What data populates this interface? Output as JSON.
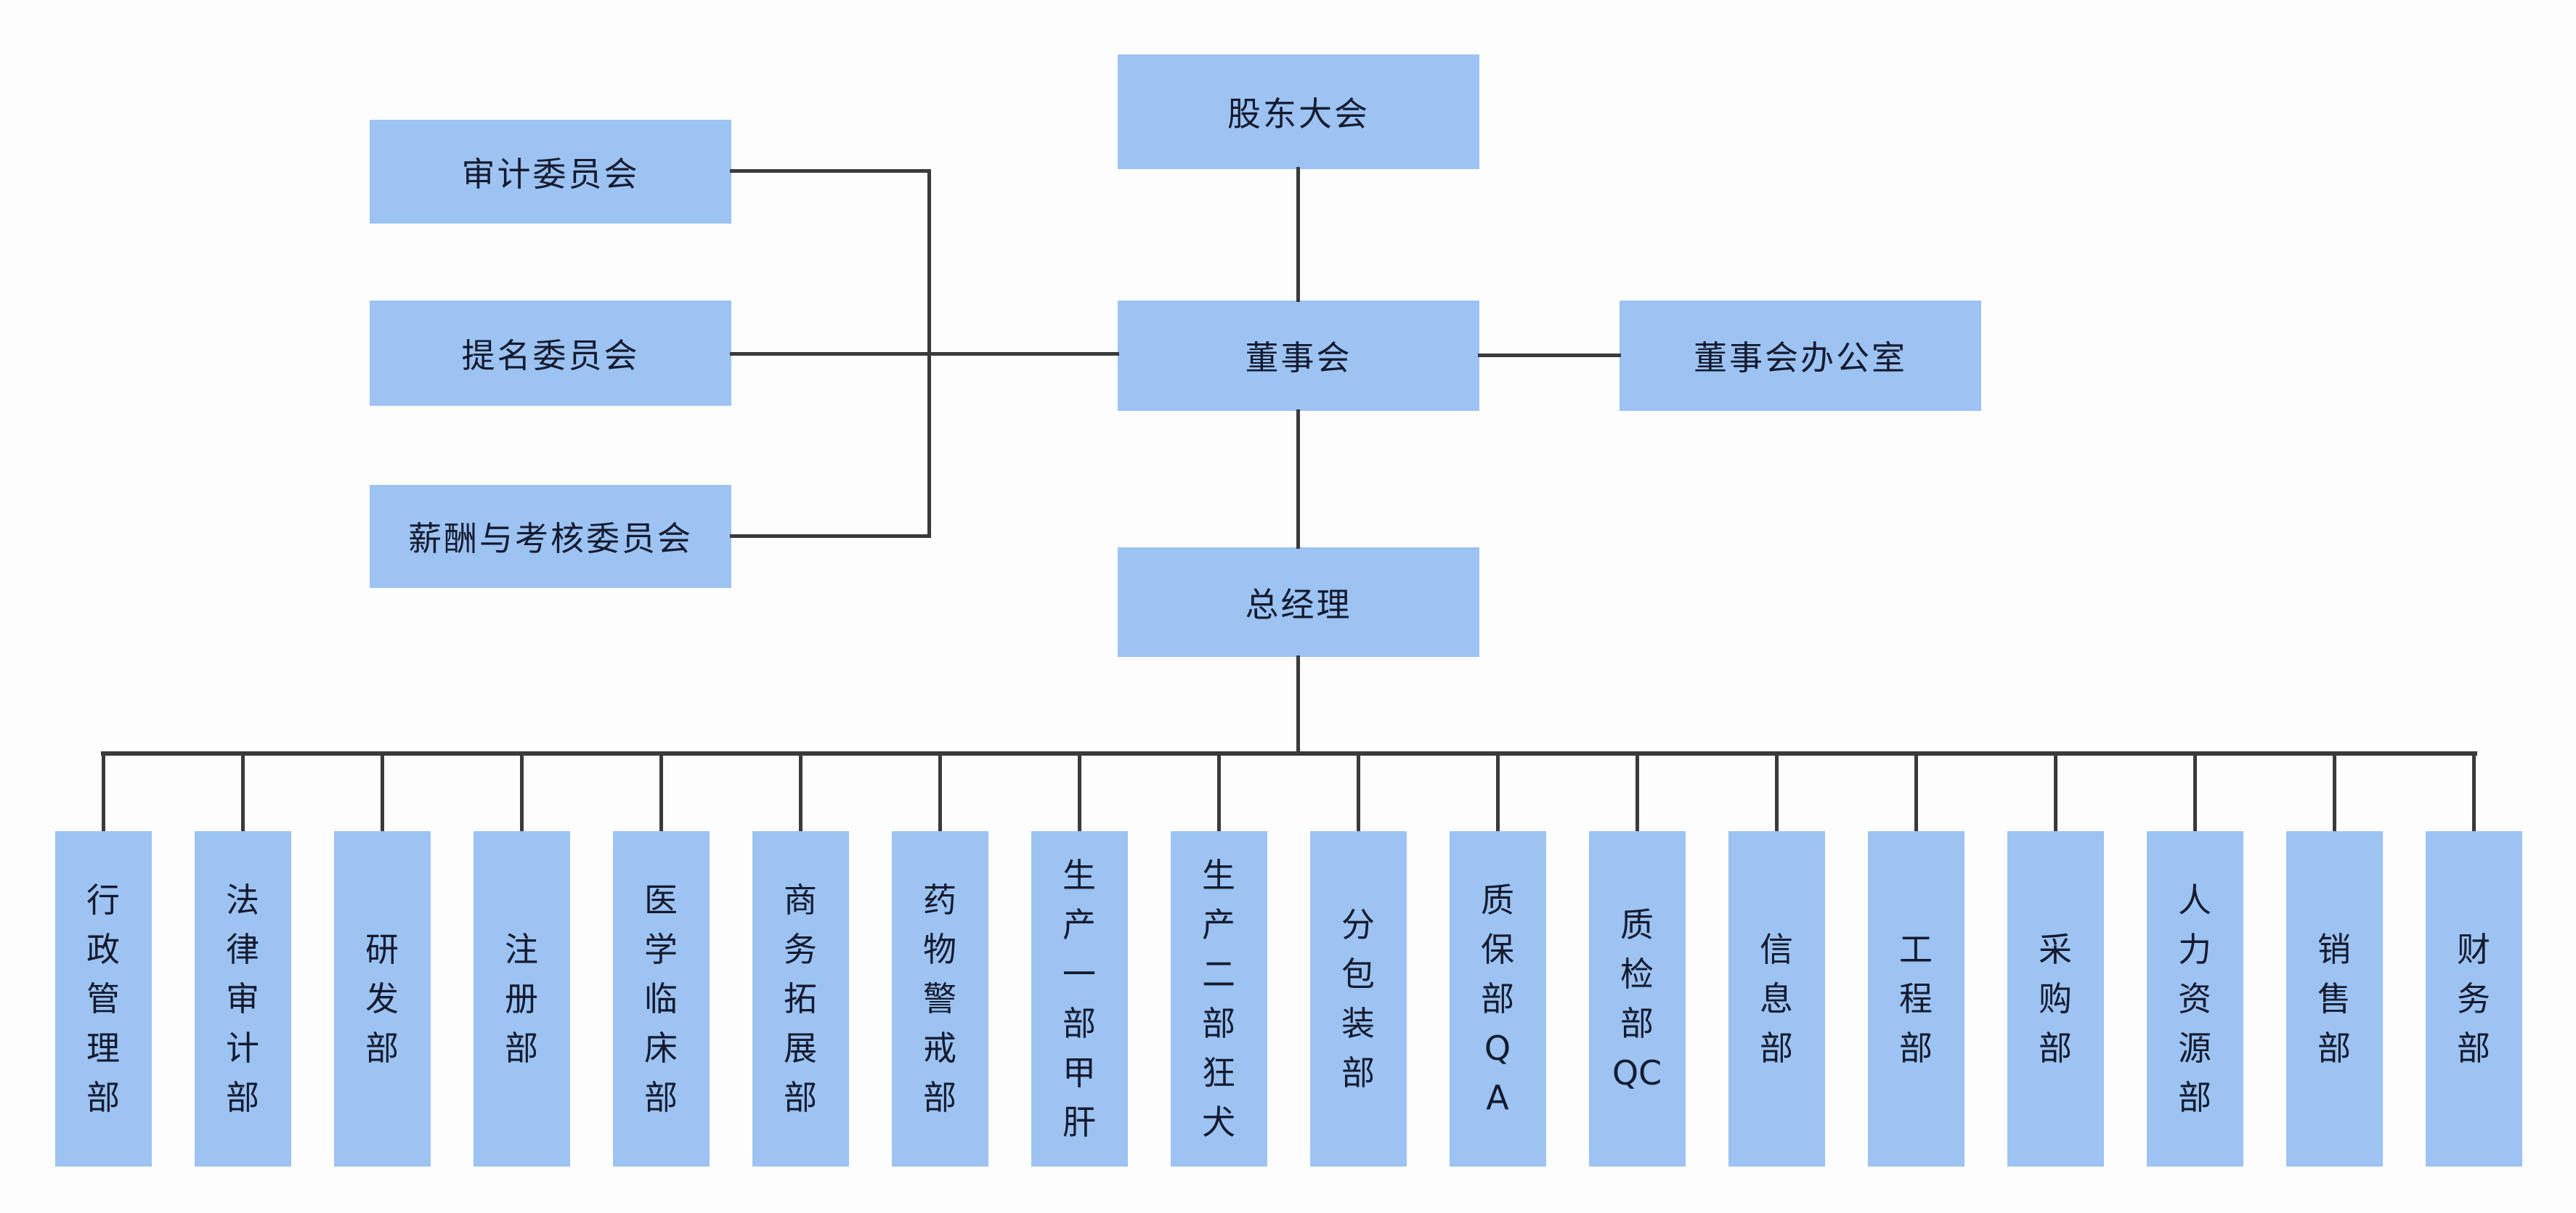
{
  "org_chart": {
    "nodes": {
      "shareholders_meeting": "股东大会",
      "board": "董事会",
      "board_office": "董事会办公室",
      "general_manager": "总经理"
    },
    "committees": [
      {
        "label": "审计委员会"
      },
      {
        "label": "提名委员会"
      },
      {
        "label": "薪酬与考核委员会"
      }
    ],
    "departments": [
      {
        "label": "行政管理部",
        "lines": [
          "行",
          "政",
          "管",
          "理",
          "部"
        ]
      },
      {
        "label": "法律审计部",
        "lines": [
          "法",
          "律",
          "审",
          "计",
          "部"
        ]
      },
      {
        "label": "研发部",
        "lines": [
          "研",
          "发",
          "部"
        ]
      },
      {
        "label": "注册部",
        "lines": [
          "注",
          "册",
          "部"
        ]
      },
      {
        "label": "医学临床部",
        "lines": [
          "医",
          "学",
          "临",
          "床",
          "部"
        ]
      },
      {
        "label": "商务拓展部",
        "lines": [
          "商",
          "务",
          "拓",
          "展",
          "部"
        ]
      },
      {
        "label": "药物警戒部",
        "lines": [
          "药",
          "物",
          "警",
          "戒",
          "部"
        ]
      },
      {
        "label": "生产一部甲肝",
        "lines": [
          "生",
          "产",
          "一",
          "部",
          "甲",
          "肝"
        ]
      },
      {
        "label": "生产二部狂犬",
        "lines": [
          "生",
          "产",
          "二",
          "部",
          "狂",
          "犬"
        ]
      },
      {
        "label": "分包装部",
        "lines": [
          "分",
          "包",
          "装",
          "部"
        ]
      },
      {
        "label": "质保部QA",
        "lines": [
          "质",
          "保",
          "部",
          "Q",
          "A"
        ]
      },
      {
        "label": "质检部QC",
        "lines": [
          "质",
          "检",
          "部",
          "QC"
        ]
      },
      {
        "label": "信息部",
        "lines": [
          "信",
          "息",
          "部"
        ]
      },
      {
        "label": "工程部",
        "lines": [
          "工",
          "程",
          "部"
        ]
      },
      {
        "label": "采购部",
        "lines": [
          "采",
          "购",
          "部"
        ]
      },
      {
        "label": "人力资源部",
        "lines": [
          "人",
          "力",
          "资",
          "源",
          "部"
        ]
      },
      {
        "label": "销售部",
        "lines": [
          "销",
          "售",
          "部"
        ]
      },
      {
        "label": "财务部",
        "lines": [
          "财",
          "务",
          "部"
        ]
      }
    ],
    "colors": {
      "box_fill": "#9cc3f2",
      "connector": "#3a3a3a",
      "text": "#141a2e",
      "background": "#fdfdfd"
    }
  }
}
